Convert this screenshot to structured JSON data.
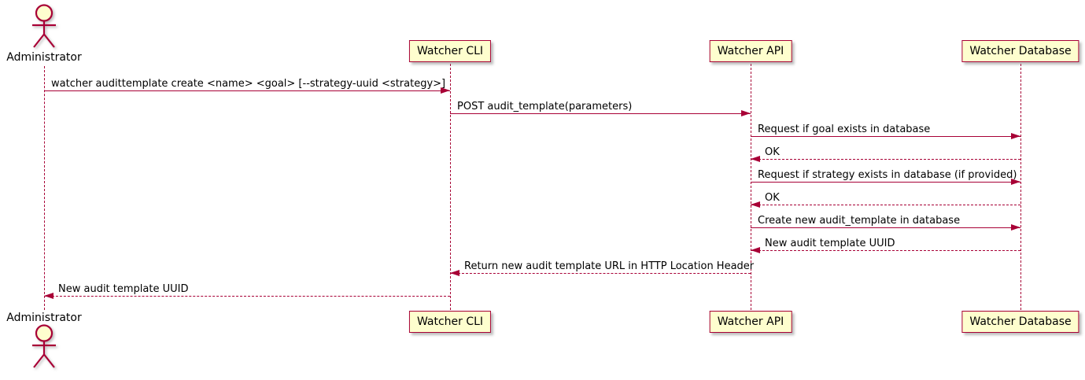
{
  "diagram_type": "uml-sequence",
  "actor": {
    "name": "Administrator"
  },
  "participants": [
    {
      "label": "Watcher CLI"
    },
    {
      "label": "Watcher API"
    },
    {
      "label": "Watcher Database"
    }
  ],
  "messages": [
    {
      "from": "Administrator",
      "to": "Watcher CLI",
      "text": "watcher audittemplate create <name> <goal> [--strategy-uuid <strategy>]",
      "line": "solid",
      "direction": "right"
    },
    {
      "from": "Watcher CLI",
      "to": "Watcher API",
      "text": "POST audit_template(parameters)",
      "line": "solid",
      "direction": "right"
    },
    {
      "from": "Watcher API",
      "to": "Watcher Database",
      "text": "Request if goal exists in database",
      "line": "solid",
      "direction": "right"
    },
    {
      "from": "Watcher Database",
      "to": "Watcher API",
      "text": "OK",
      "line": "dotted",
      "direction": "left"
    },
    {
      "from": "Watcher API",
      "to": "Watcher Database",
      "text": "Request if strategy exists in database (if provided)",
      "line": "solid",
      "direction": "right"
    },
    {
      "from": "Watcher Database",
      "to": "Watcher API",
      "text": "OK",
      "line": "dotted",
      "direction": "left"
    },
    {
      "from": "Watcher API",
      "to": "Watcher Database",
      "text": "Create new audit_template in database",
      "line": "solid",
      "direction": "right"
    },
    {
      "from": "Watcher Database",
      "to": "Watcher API",
      "text": "New audit template UUID",
      "line": "dotted",
      "direction": "left"
    },
    {
      "from": "Watcher API",
      "to": "Watcher CLI",
      "text": "Return new audit template URL in HTTP Location Header",
      "line": "dotted",
      "direction": "left"
    },
    {
      "from": "Watcher CLI",
      "to": "Administrator",
      "text": "New audit template UUID",
      "line": "dotted",
      "direction": "left"
    }
  ],
  "colors": {
    "participant_fill": "#FEFECE",
    "stroke": "#A80036",
    "text": "#000000",
    "background": "#FFFFFF"
  }
}
